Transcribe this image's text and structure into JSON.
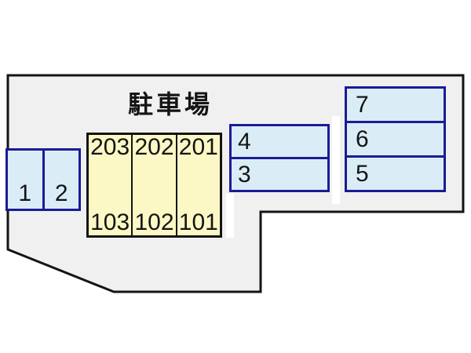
{
  "title": "駐車場",
  "stalls": {
    "left_pair": [
      "1",
      "2"
    ],
    "center_building": {
      "upper_row": [
        "203",
        "202",
        "201"
      ],
      "lower_row": [
        "103",
        "102",
        "101"
      ]
    },
    "mid_pair": [
      "4",
      "3"
    ],
    "right_stack": [
      "7",
      "6",
      "5"
    ]
  },
  "colors": {
    "boundary_line": "#141414",
    "ground_fill": "#f0f0f0",
    "stall_blue_fill": "#daedf7",
    "stall_blue_border": "#1b1b96",
    "stall_yellow_fill": "#fbf8c5",
    "stall_yellow_border": "#141414"
  }
}
